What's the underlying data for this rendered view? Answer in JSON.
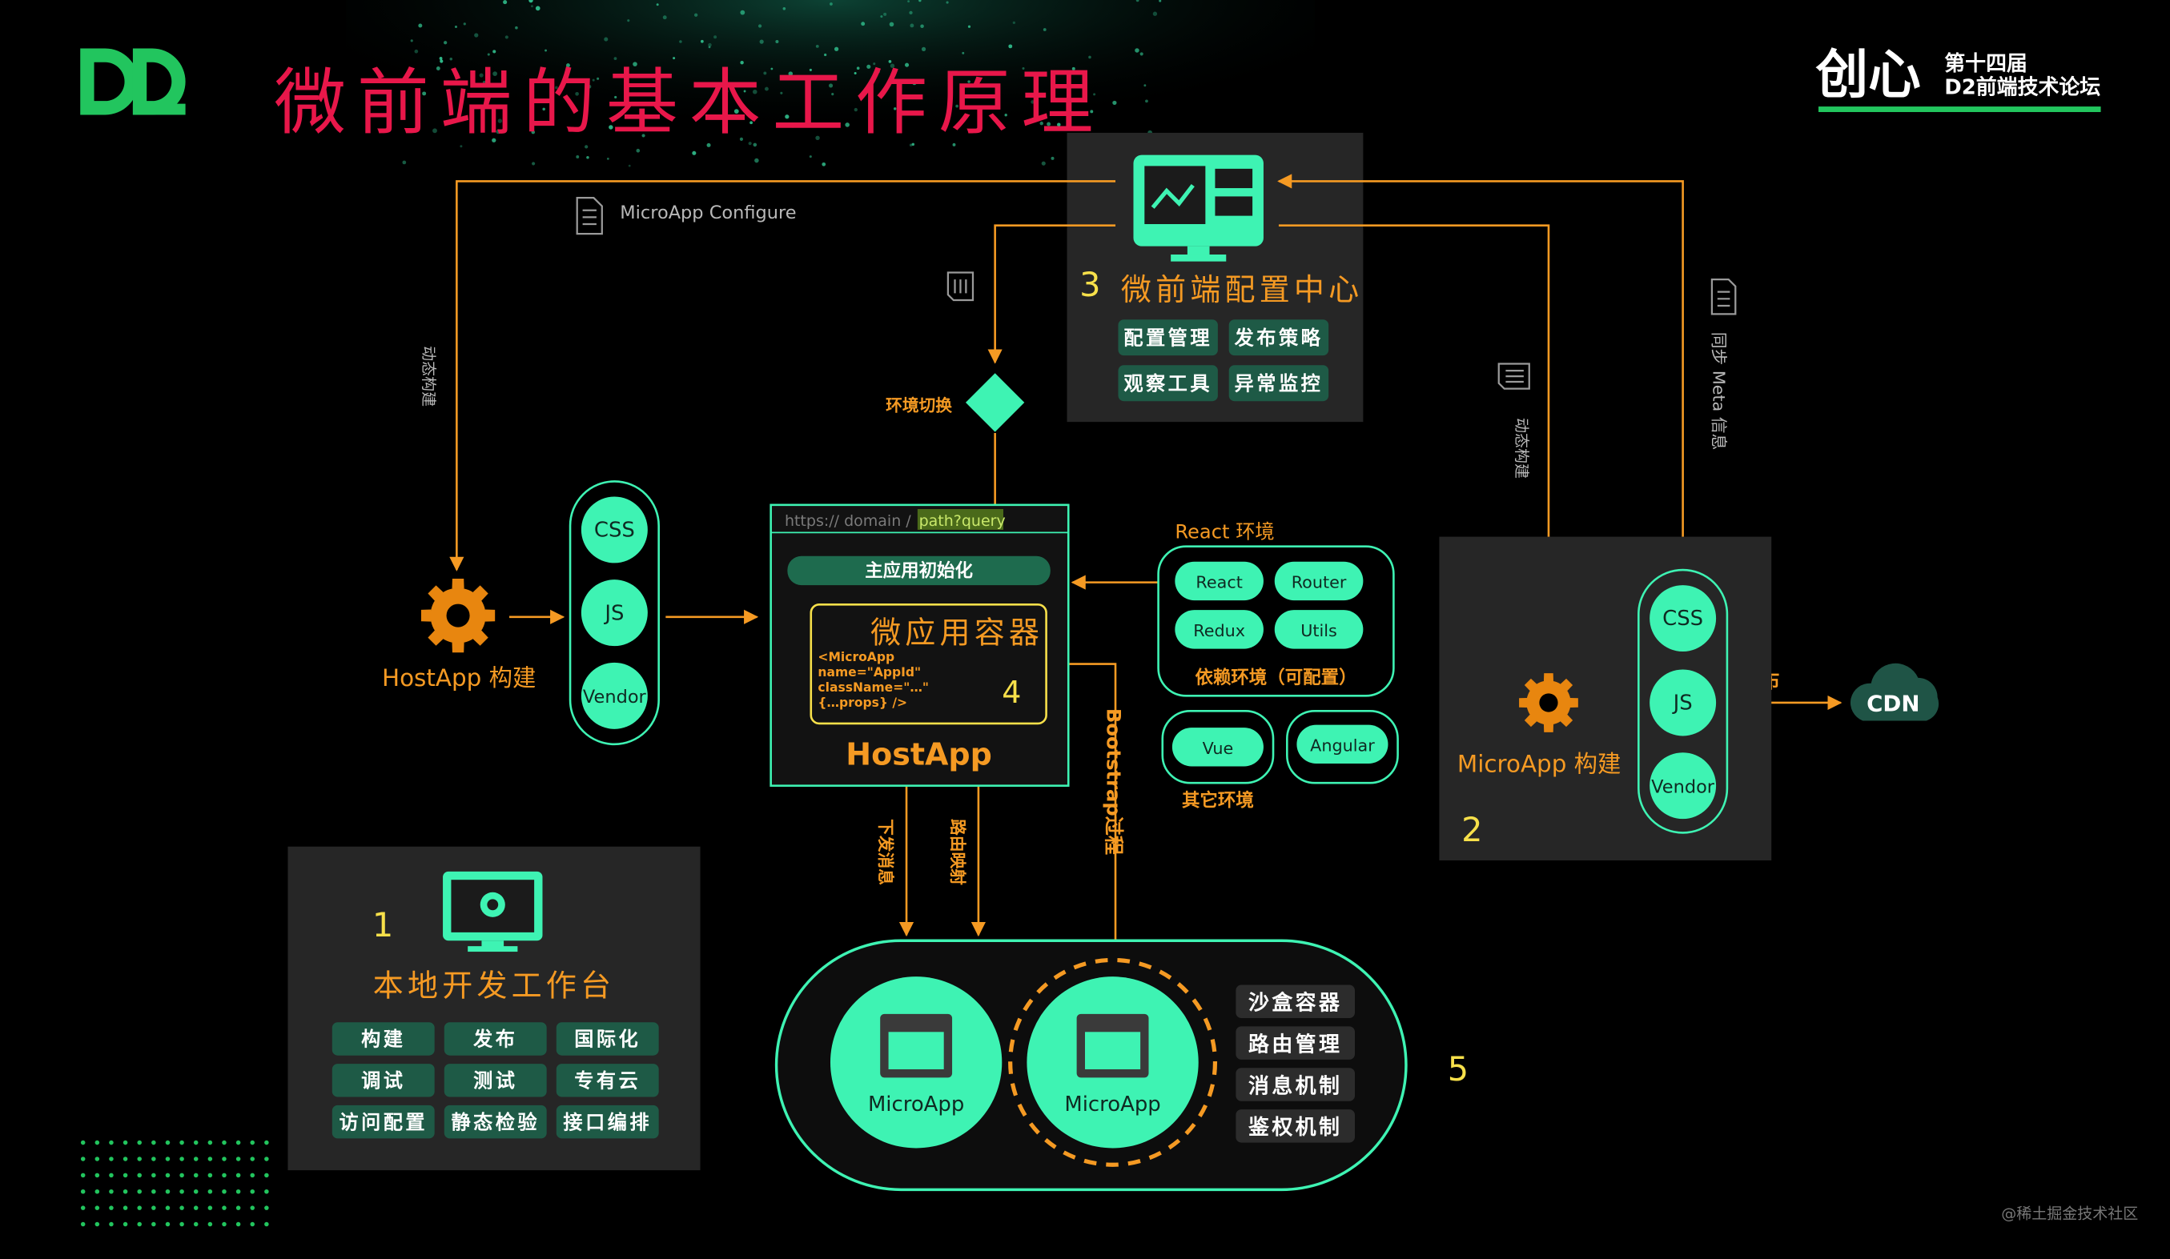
{
  "header": {
    "title": "微前端的基本工作原理",
    "logo_mark": "D2",
    "event_brand": "创心",
    "event_line1": "第十四届",
    "event_line2": "D2前端技术论坛"
  },
  "config_center": {
    "number": "3",
    "title": "微前端配置中心",
    "tags": [
      "配置管理",
      "发布策略",
      "观察工具",
      "异常监控"
    ]
  },
  "flows": {
    "microapp_configure": "MicroApp Configure",
    "dynamic_build_left": "动态构建",
    "env_switch": "环境切换",
    "dynamic_build_right": "动态构建",
    "sync_meta": "同步 Meta 信息",
    "publish": "发布",
    "send_message": "下发消息",
    "route_mapping": "路由映射",
    "bootstrap": "Bootstrap过程"
  },
  "hostapp_build": {
    "label": "HostApp 构建",
    "assets": [
      "CSS",
      "JS",
      "Vendor"
    ]
  },
  "hostapp": {
    "url_prefix": "https:// domain /",
    "url_highlight": "path?query",
    "init_label": "主应用初始化",
    "container_title": "微应用容器",
    "code_lines": [
      "<MicroApp",
      "  name=\"AppId\"",
      "  className=\"…\"",
      "  {…props} />"
    ],
    "number": "4",
    "name": "HostApp"
  },
  "react_env": {
    "caption": "React 环境",
    "items": [
      "React",
      "Router",
      "Redux",
      "Utils"
    ],
    "footer": "依赖环境（可配置）"
  },
  "other_env": {
    "items": [
      "Vue",
      "Angular"
    ],
    "caption": "其它环境"
  },
  "microapp_build": {
    "label": "MicroApp 构建",
    "number": "2",
    "assets": [
      "CSS",
      "JS",
      "Vendor"
    ],
    "cdn": "CDN"
  },
  "local_workbench": {
    "number": "1",
    "title": "本地开发工作台",
    "tags": [
      "构建",
      "发布",
      "国际化",
      "调试",
      "测试",
      "专有云",
      "访问配置",
      "静态检验",
      "接口编排"
    ]
  },
  "runtime": {
    "apps": [
      "MicroApp",
      "MicroApp"
    ],
    "features": [
      "沙盒容器",
      "路由管理",
      "消息机制",
      "鉴权机制"
    ],
    "number": "5"
  },
  "watermark": "@稀土掘金技术社区",
  "colors": {
    "accent_green": "#3ef3b3",
    "title_red": "#e8174a",
    "orange": "#f59a23",
    "yellow": "#f7e04a",
    "panel_gray": "#2a2a2a",
    "tag_green": "#1e5a46",
    "brand_green": "#22c55e"
  }
}
